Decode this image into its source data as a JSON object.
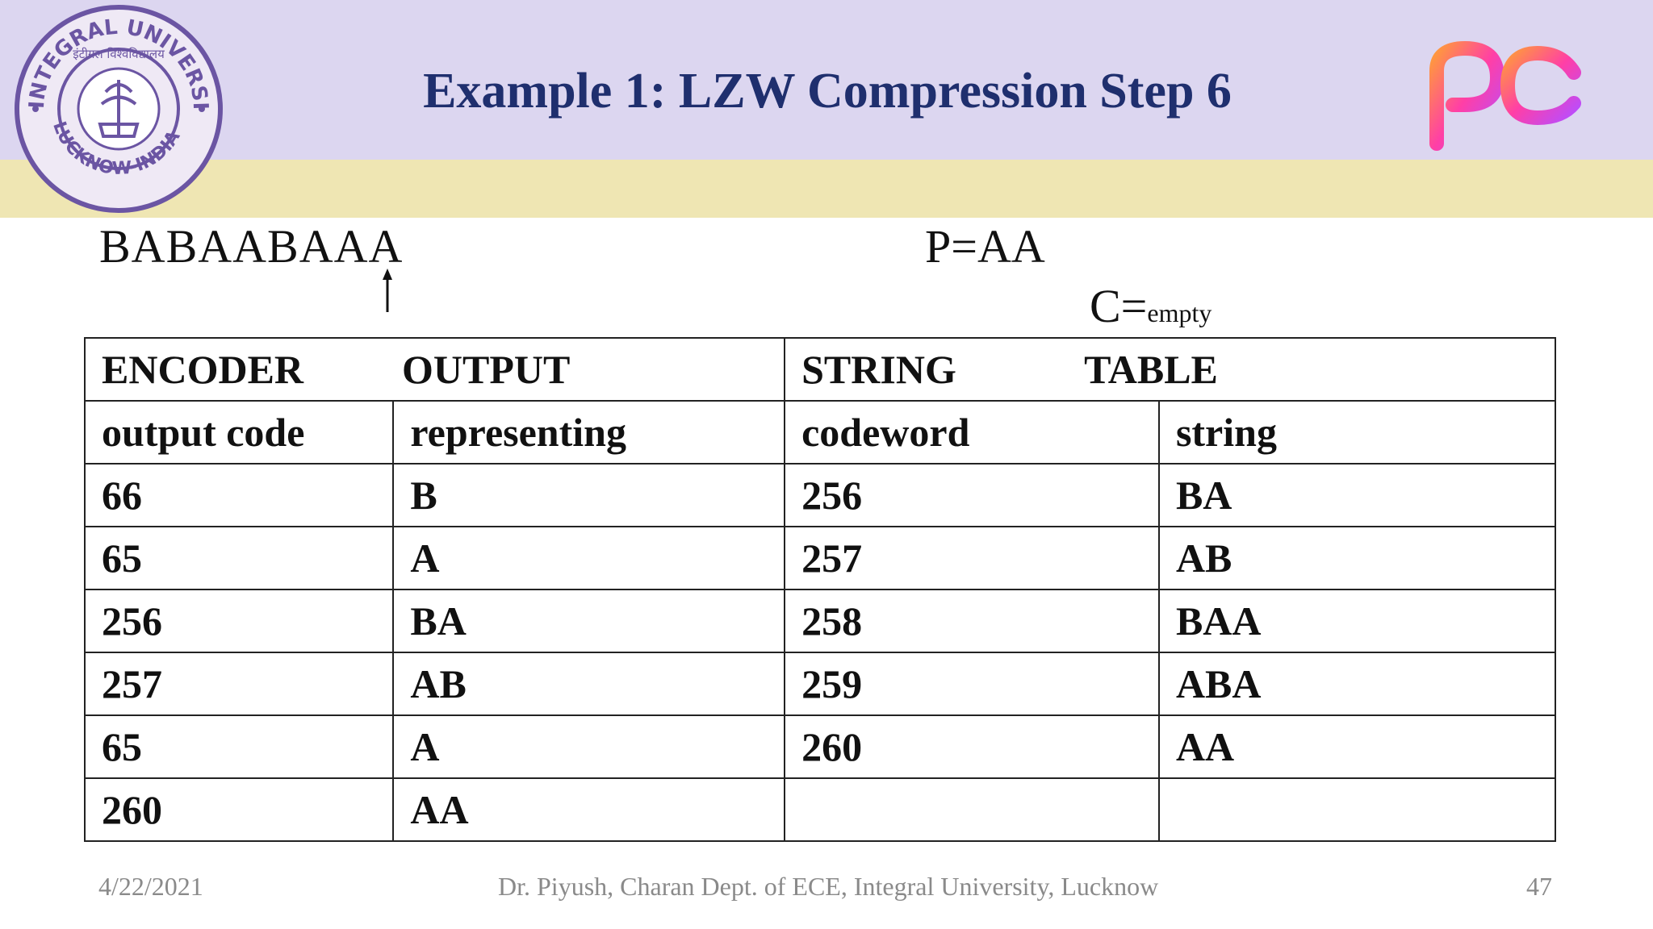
{
  "slide": {
    "title": "Example 1: LZW Compression Step 6",
    "input_string": "BABAABAAA",
    "p_value": "P=AA",
    "c_prefix": "C=",
    "c_sub": "empty"
  },
  "logo": {
    "text_top": "INTEGRAL UNIVERSITY",
    "text_bottom": "LUCKNOW-INDIA",
    "text_hindi": "इंटीग्रल विश्वविद्यालय"
  },
  "table": {
    "header_left_a": "ENCODER",
    "header_left_b": "OUTPUT",
    "header_right_a": "STRING",
    "header_right_b": "TABLE",
    "subheaders": [
      "output code",
      "representing",
      "codeword",
      "string"
    ],
    "rows": [
      [
        "66",
        "B",
        "256",
        "BA"
      ],
      [
        "65",
        "A",
        "257",
        "AB"
      ],
      [
        "256",
        "BA",
        "258",
        "BAA"
      ],
      [
        "257",
        "AB",
        "259",
        "ABA"
      ],
      [
        "65",
        "A",
        "260",
        "AA"
      ],
      [
        "260",
        "AA",
        "",
        ""
      ]
    ]
  },
  "footer": {
    "date": "4/22/2021",
    "author": "Dr. Piyush, Charan Dept. of ECE, Integral University, Lucknow",
    "page": "47"
  },
  "colors": {
    "band_top": "#dcd6f0",
    "band_yellow": "#efe6b3",
    "title": "#1f2f6e",
    "logo": "#6b55a3"
  }
}
